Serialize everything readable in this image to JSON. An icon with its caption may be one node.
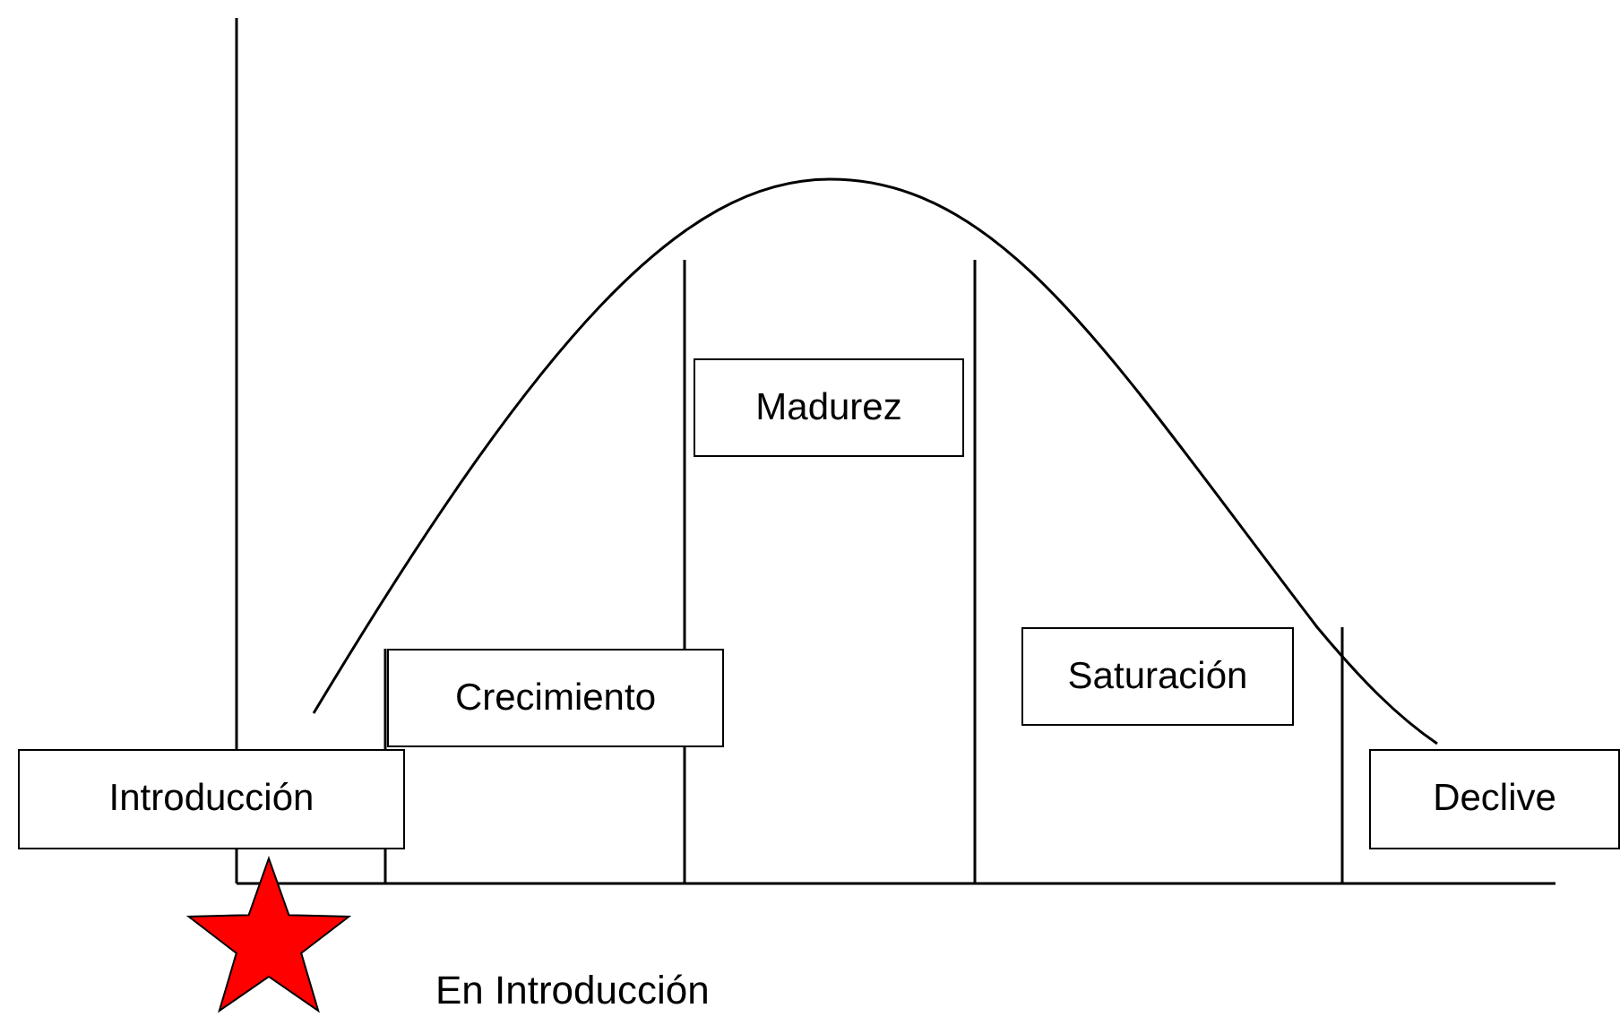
{
  "diagram": {
    "nodes": [
      {
        "text": [
          "Introducción"
        ]
      },
      {
        "text": [
          "Crecimiento"
        ]
      },
      {
        "text": [
          "Madurez"
        ]
      },
      {
        "text": [
          "Saturación"
        ]
      },
      {
        "text": [
          "Declive"
        ]
      }
    ],
    "labels": [
      "En Introducción"
    ]
  }
}
